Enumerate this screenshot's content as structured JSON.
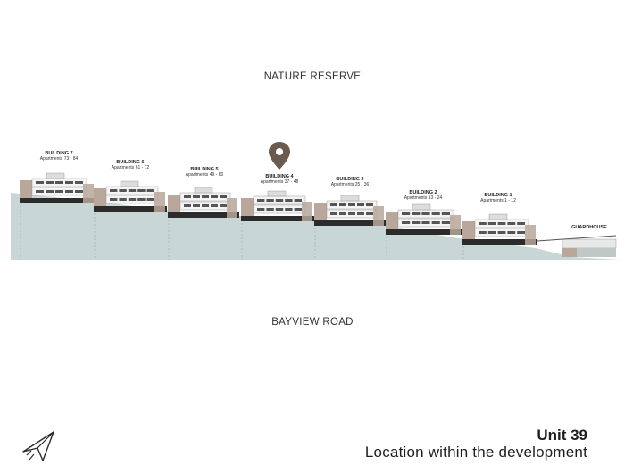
{
  "labels": {
    "top": "NATURE RESERVE",
    "bottom": "BAYVIEW ROAD"
  },
  "buildings": [
    {
      "name": "BUILDING 7",
      "apartments": "Apartments 73 - 84"
    },
    {
      "name": "BUILDING 6",
      "apartments": "Apartments 61 - 72"
    },
    {
      "name": "BUILDING 5",
      "apartments": "Apartments 49 - 60"
    },
    {
      "name": "BUILDING 4",
      "apartments": "Apartments 37 - 48"
    },
    {
      "name": "BUILDING 3",
      "apartments": "Apartments 25 - 36"
    },
    {
      "name": "BUILDING 2",
      "apartments": "Apartments 13 - 24"
    },
    {
      "name": "BUILDING 1",
      "apartments": "Apartments 1 - 12"
    }
  ],
  "guardhouse": "GUARDHOUSE",
  "unit": {
    "title": "Unit 39",
    "subtitle": "Location within the development"
  },
  "colors": {
    "ground": "#c9d6d6",
    "stone": "#b8a79a",
    "pin": "#6b5a4e",
    "dark": "#2b2b2b",
    "white_block": "#f4f4f4"
  },
  "icons": {
    "pin": "map-pin-icon",
    "logo": "paper-plane-logo-icon"
  }
}
